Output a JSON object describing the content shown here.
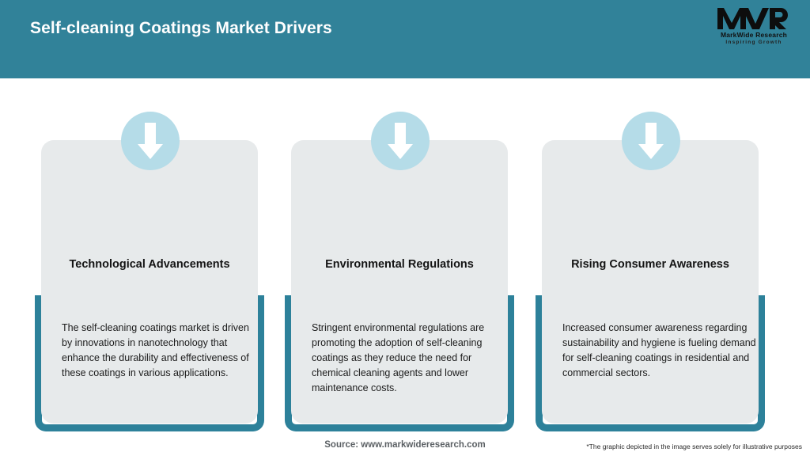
{
  "header": {
    "title": "Self-cleaning Coatings Market Drivers",
    "background_color": "#318299",
    "title_color": "#ffffff"
  },
  "logo": {
    "mark": "MWR",
    "name": "MarkWide Research",
    "tagline": "Inspiring Growth"
  },
  "theme": {
    "teal": "#2d819a",
    "light_blue": "#b5dce8",
    "card_background": "#e7eaeb",
    "page_background": "#ffffff"
  },
  "cards": [
    {
      "icon": "arrow-down-icon",
      "title": "Technological Advancements",
      "body": "The self-cleaning coatings market is driven by innovations in nanotechnology that enhance the durability and effectiveness of these coatings in various applications."
    },
    {
      "icon": "arrow-down-icon",
      "title": "Environmental Regulations",
      "body": "Stringent environmental regulations are promoting the adoption of self-cleaning coatings as they reduce the need for chemical cleaning agents and lower maintenance costs."
    },
    {
      "icon": "arrow-down-icon",
      "title": "Rising Consumer Awareness",
      "body": "Increased consumer awareness regarding sustainability and hygiene is fueling demand for self-cleaning coatings in residential and commercial sectors."
    }
  ],
  "footer": {
    "source": "Source: www.markwideresearch.com",
    "disclaimer": "*The graphic depicted in the image serves solely for illustrative purposes"
  }
}
